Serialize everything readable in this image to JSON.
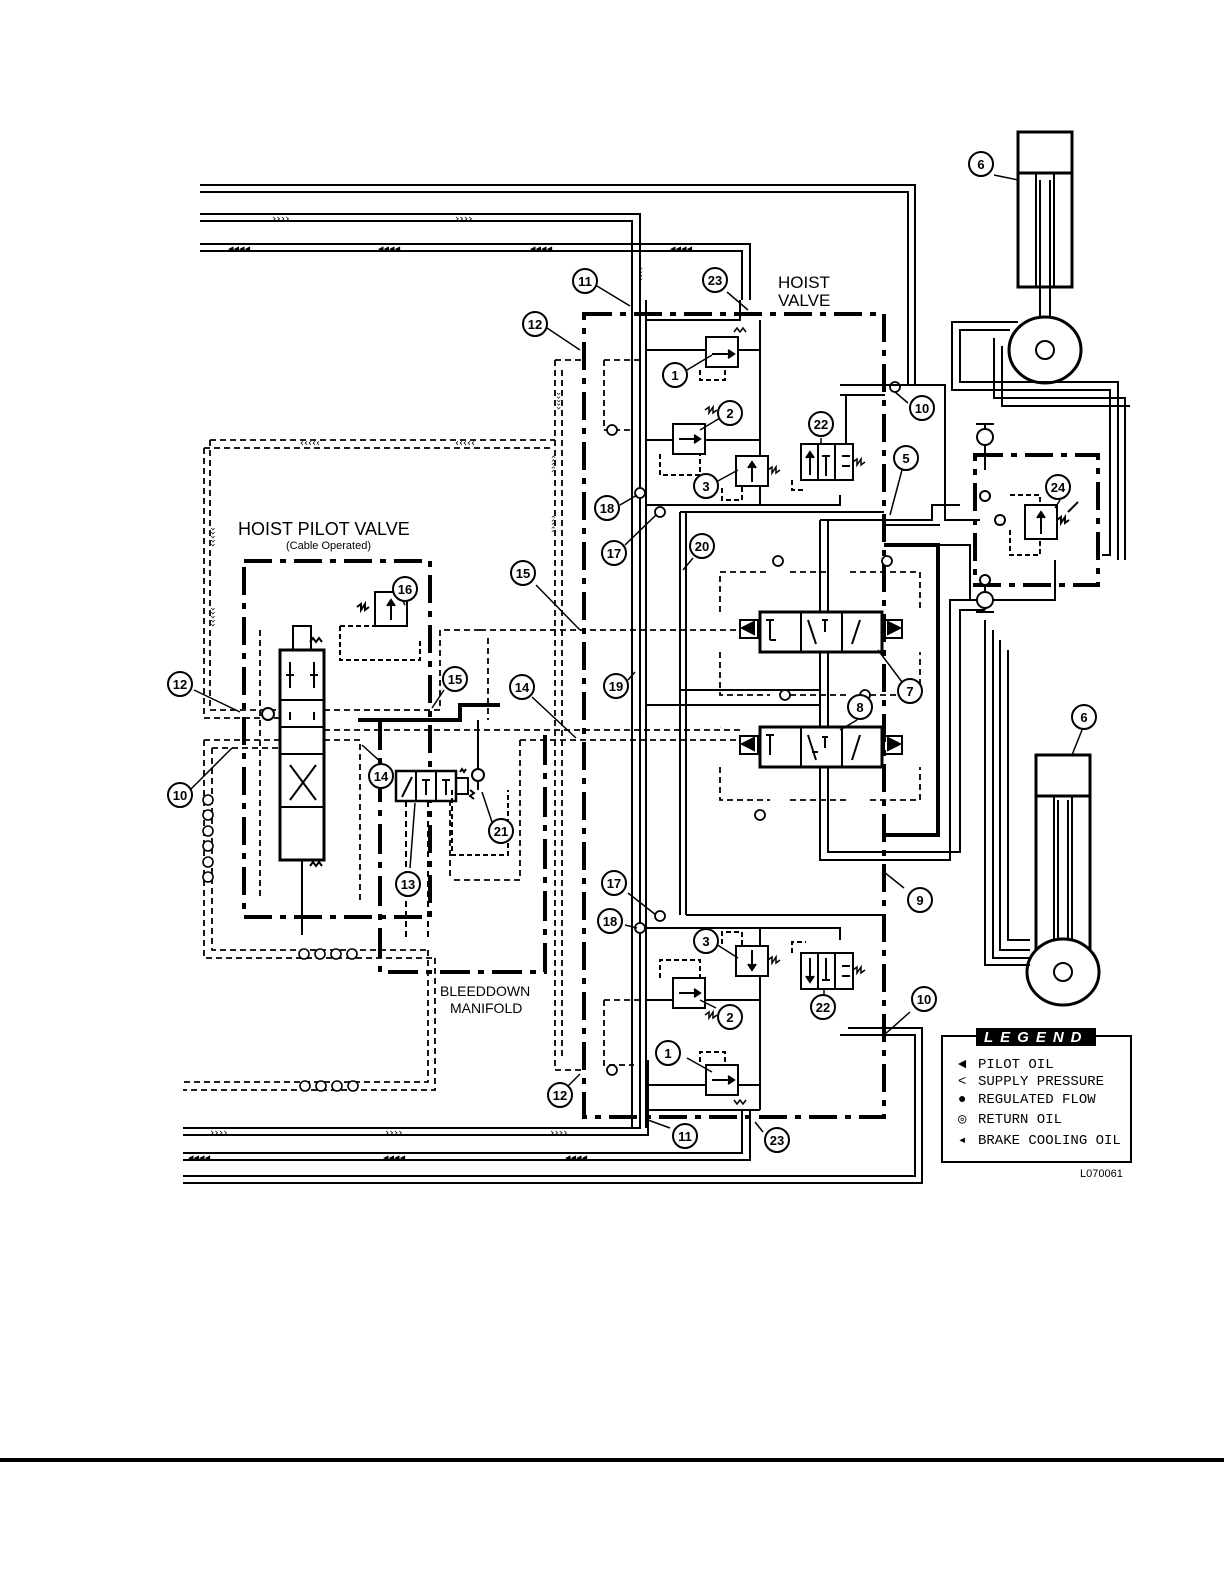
{
  "labels": {
    "hoist_valve_line1": "HOIST",
    "hoist_valve_line2": "VALVE",
    "hoist_pilot_valve": "HOIST PILOT VALVE",
    "cable_operated": "(Cable Operated)",
    "bleeddown_line1": "BLEEDDOWN",
    "bleeddown_line2": "MANIFOLD",
    "figure_id": "L070061"
  },
  "legend": {
    "title": "LEGEND",
    "items": [
      {
        "glyph": "◄",
        "text": "PILOT OIL"
      },
      {
        "glyph": "<",
        "text": "SUPPLY PRESSURE"
      },
      {
        "glyph": "●",
        "text": "REGULATED FLOW"
      },
      {
        "glyph": "◎",
        "text": "RETURN OIL"
      },
      {
        "glyph": "◂",
        "text": "BRAKE COOLING OIL"
      }
    ]
  },
  "callouts": [
    {
      "id": "c11a",
      "text": "11"
    },
    {
      "id": "c23a",
      "text": "23"
    },
    {
      "id": "c12a",
      "text": "12"
    },
    {
      "id": "c1a",
      "text": "1"
    },
    {
      "id": "c2a",
      "text": "2"
    },
    {
      "id": "c3a",
      "text": "3"
    },
    {
      "id": "c22a",
      "text": "22"
    },
    {
      "id": "c10a",
      "text": "10"
    },
    {
      "id": "c5",
      "text": "5"
    },
    {
      "id": "c18a",
      "text": "18"
    },
    {
      "id": "c17a",
      "text": "17"
    },
    {
      "id": "c20",
      "text": "20"
    },
    {
      "id": "c16",
      "text": "16"
    },
    {
      "id": "c15a",
      "text": "15"
    },
    {
      "id": "c15b",
      "text": "15"
    },
    {
      "id": "c12b",
      "text": "12"
    },
    {
      "id": "c14a",
      "text": "14"
    },
    {
      "id": "c14b",
      "text": "14"
    },
    {
      "id": "c19",
      "text": "19"
    },
    {
      "id": "c7",
      "text": "7"
    },
    {
      "id": "c8",
      "text": "8"
    },
    {
      "id": "c10b",
      "text": "10"
    },
    {
      "id": "c21",
      "text": "21"
    },
    {
      "id": "c13",
      "text": "13"
    },
    {
      "id": "c17b",
      "text": "17"
    },
    {
      "id": "c18b",
      "text": "18"
    },
    {
      "id": "c3b",
      "text": "3"
    },
    {
      "id": "c22b",
      "text": "22"
    },
    {
      "id": "c2b",
      "text": "2"
    },
    {
      "id": "c1b",
      "text": "1"
    },
    {
      "id": "c12c",
      "text": "12"
    },
    {
      "id": "c11b",
      "text": "11"
    },
    {
      "id": "c23b",
      "text": "23"
    },
    {
      "id": "c9",
      "text": "9"
    },
    {
      "id": "c10c",
      "text": "10"
    },
    {
      "id": "c6a",
      "text": "6"
    },
    {
      "id": "c6b",
      "text": "6"
    },
    {
      "id": "c24",
      "text": "24"
    }
  ]
}
